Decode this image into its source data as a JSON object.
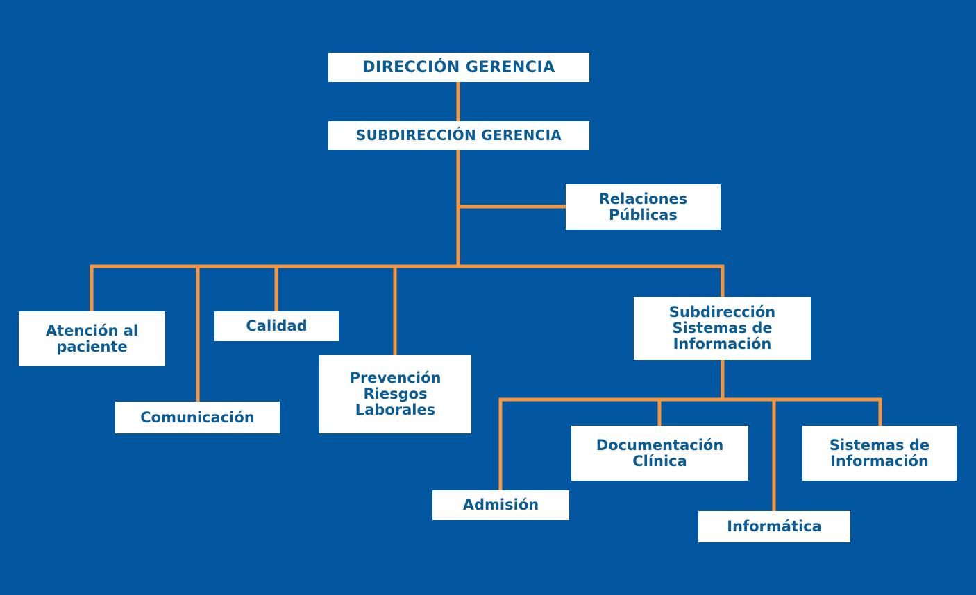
{
  "colors": {
    "background": "#0357A0",
    "box": "#FFFFFF",
    "text": "#0B5B94",
    "connector": "#F7963C"
  },
  "nodes": {
    "direccion_gerencia": "DIRECCIÓN GERENCIA",
    "subdireccion_gerencia": "SUBDIRECCIÓN GERENCIA",
    "relaciones_publicas": "Relaciones\nPúblicas",
    "atencion_paciente": "Atención al\npaciente",
    "comunicacion": "Comunicación",
    "calidad": "Calidad",
    "prevencion": "Prevención\nRiesgos\nLaborales",
    "subdireccion_sistemas": "Subdirección\nSistemas de\nInformación",
    "admision": "Admisión",
    "documentacion": "Documentación\nClínica",
    "informatica": "Informática",
    "sistemas_informacion": "Sistemas de\nInformación"
  }
}
